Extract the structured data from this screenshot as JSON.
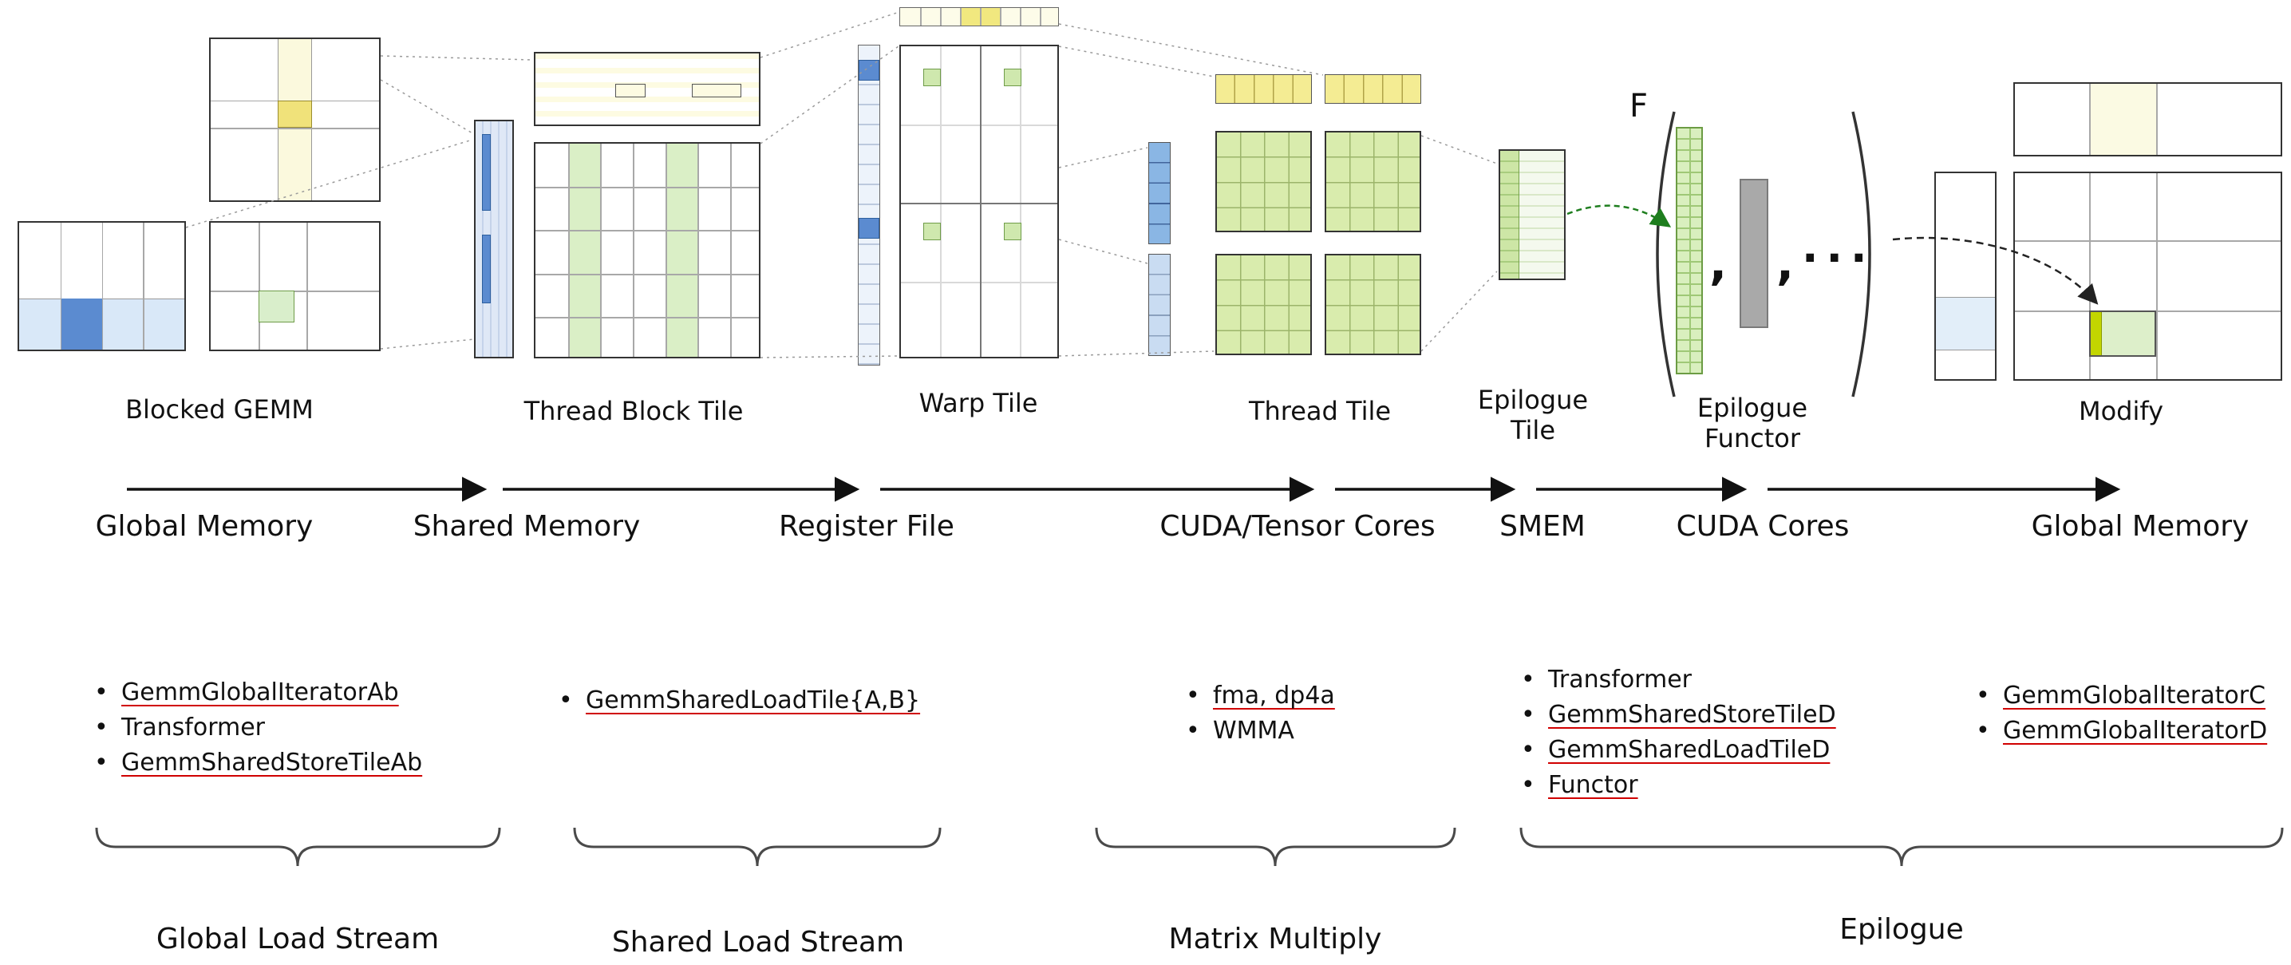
{
  "colors": {
    "light_blue": "#d9e8f8",
    "blue": "#5b8bd0",
    "pale_yellow": "#fcfae1",
    "yellow": "#f0e27a",
    "light_green": "#d9eecb",
    "green_matrix": "#d9ecad",
    "gray_column": "#a9a9a9",
    "chartreuse_highlight": "#c3d600",
    "arrow_green": "#1e7e1e",
    "underline_red": "#d00000"
  },
  "stages": {
    "blocked_gemm": {
      "label": "Blocked GEMM"
    },
    "thread_block_tile": {
      "label": "Thread Block Tile"
    },
    "warp_tile": {
      "label": "Warp Tile"
    },
    "thread_tile": {
      "label": "Thread Tile"
    },
    "epilogue_tile": {
      "label_line1": "Epilogue",
      "label_line2": "Tile"
    },
    "epilogue_functor": {
      "label_line1": "Epilogue",
      "label_line2": "Functor",
      "functor_symbol": "F",
      "comma": ",",
      "ellipsis": "···"
    },
    "modify": {
      "label": "Modify"
    }
  },
  "memory_flow": {
    "labels": [
      "Global Memory",
      "Shared Memory",
      "Register File",
      "CUDA/Tensor Cores",
      "SMEM",
      "CUDA Cores",
      "Global Memory"
    ]
  },
  "component_lists": {
    "global_load": {
      "items": [
        {
          "text": "GemmGlobalIteratorAb",
          "underline": true
        },
        {
          "text": "Transformer",
          "underline": false
        },
        {
          "text": "GemmSharedStoreTileAb",
          "underline": true
        }
      ],
      "brace_label": "Global Load Stream"
    },
    "shared_load": {
      "items": [
        {
          "text": "GemmSharedLoadTile{A,B}",
          "underline": true
        }
      ],
      "brace_label": "Shared Load Stream"
    },
    "matrix_multiply": {
      "items": [
        {
          "text": "fma, dp4a",
          "underline": true
        },
        {
          "text": "WMMA",
          "underline": false
        }
      ],
      "brace_label": "Matrix Multiply"
    },
    "epilogue_left": {
      "items": [
        {
          "text": "Transformer",
          "underline": false
        },
        {
          "text": "GemmSharedStoreTileD",
          "underline": true
        },
        {
          "text": "GemmSharedLoadTileD",
          "underline": true
        },
        {
          "text": "Functor",
          "underline": true
        }
      ]
    },
    "epilogue_right": {
      "items": [
        {
          "text": "GemmGlobalIteratorC",
          "underline": true
        },
        {
          "text": "GemmGlobalIteratorD",
          "underline": true
        }
      ]
    },
    "epilogue_brace_label": "Epilogue"
  }
}
